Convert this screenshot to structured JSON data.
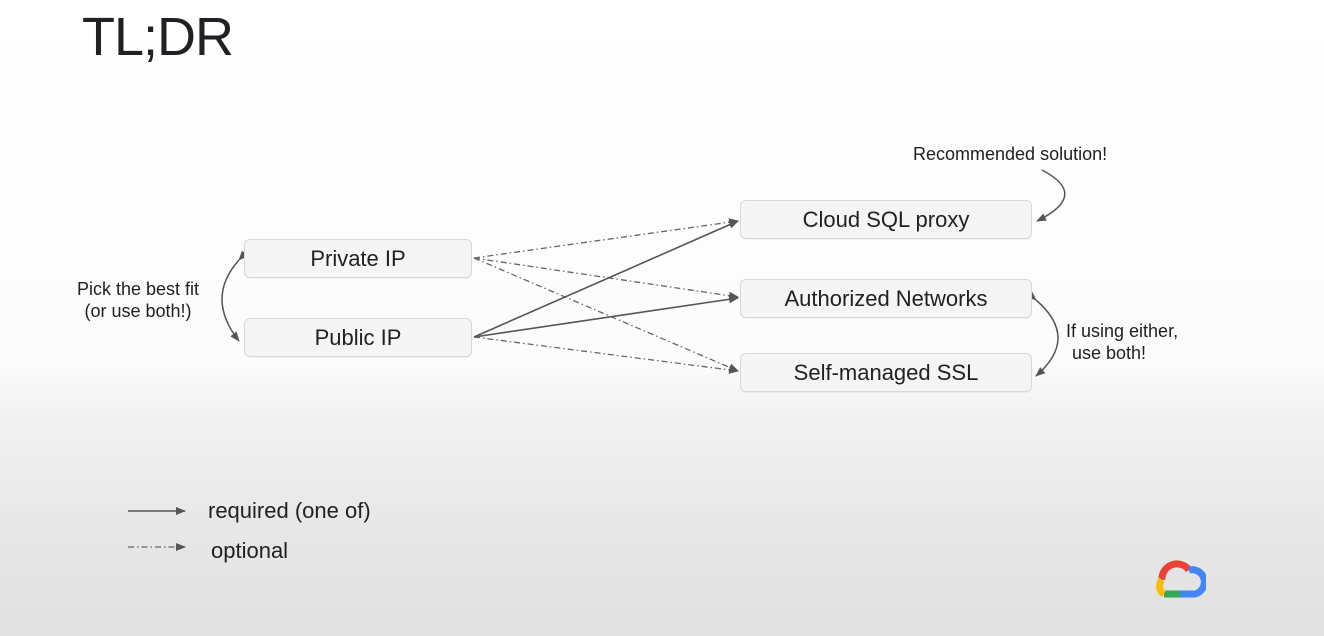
{
  "title": "TL;DR",
  "nodes": {
    "private_ip": "Private IP",
    "public_ip": "Public IP",
    "cloud_sql_proxy": "Cloud SQL proxy",
    "authorized_networks": "Authorized Networks",
    "self_managed_ssl": "Self-managed SSL"
  },
  "annotations": {
    "pick_line1": "Pick the best fit",
    "pick_line2": "(or use both!)",
    "recommended": "Recommended solution!",
    "either_line1": "If using either,",
    "either_line2": "use both!"
  },
  "legend": {
    "required": "required (one of)",
    "optional": "optional"
  },
  "colors": {
    "arrow": "#555555",
    "node_fill": "#f5f5f5",
    "node_border": "#d8d8d8",
    "logo_red": "#EA4335",
    "logo_yellow": "#FBBC05",
    "logo_green": "#34A853",
    "logo_blue": "#4285F4"
  },
  "logo": "google-cloud-logo"
}
